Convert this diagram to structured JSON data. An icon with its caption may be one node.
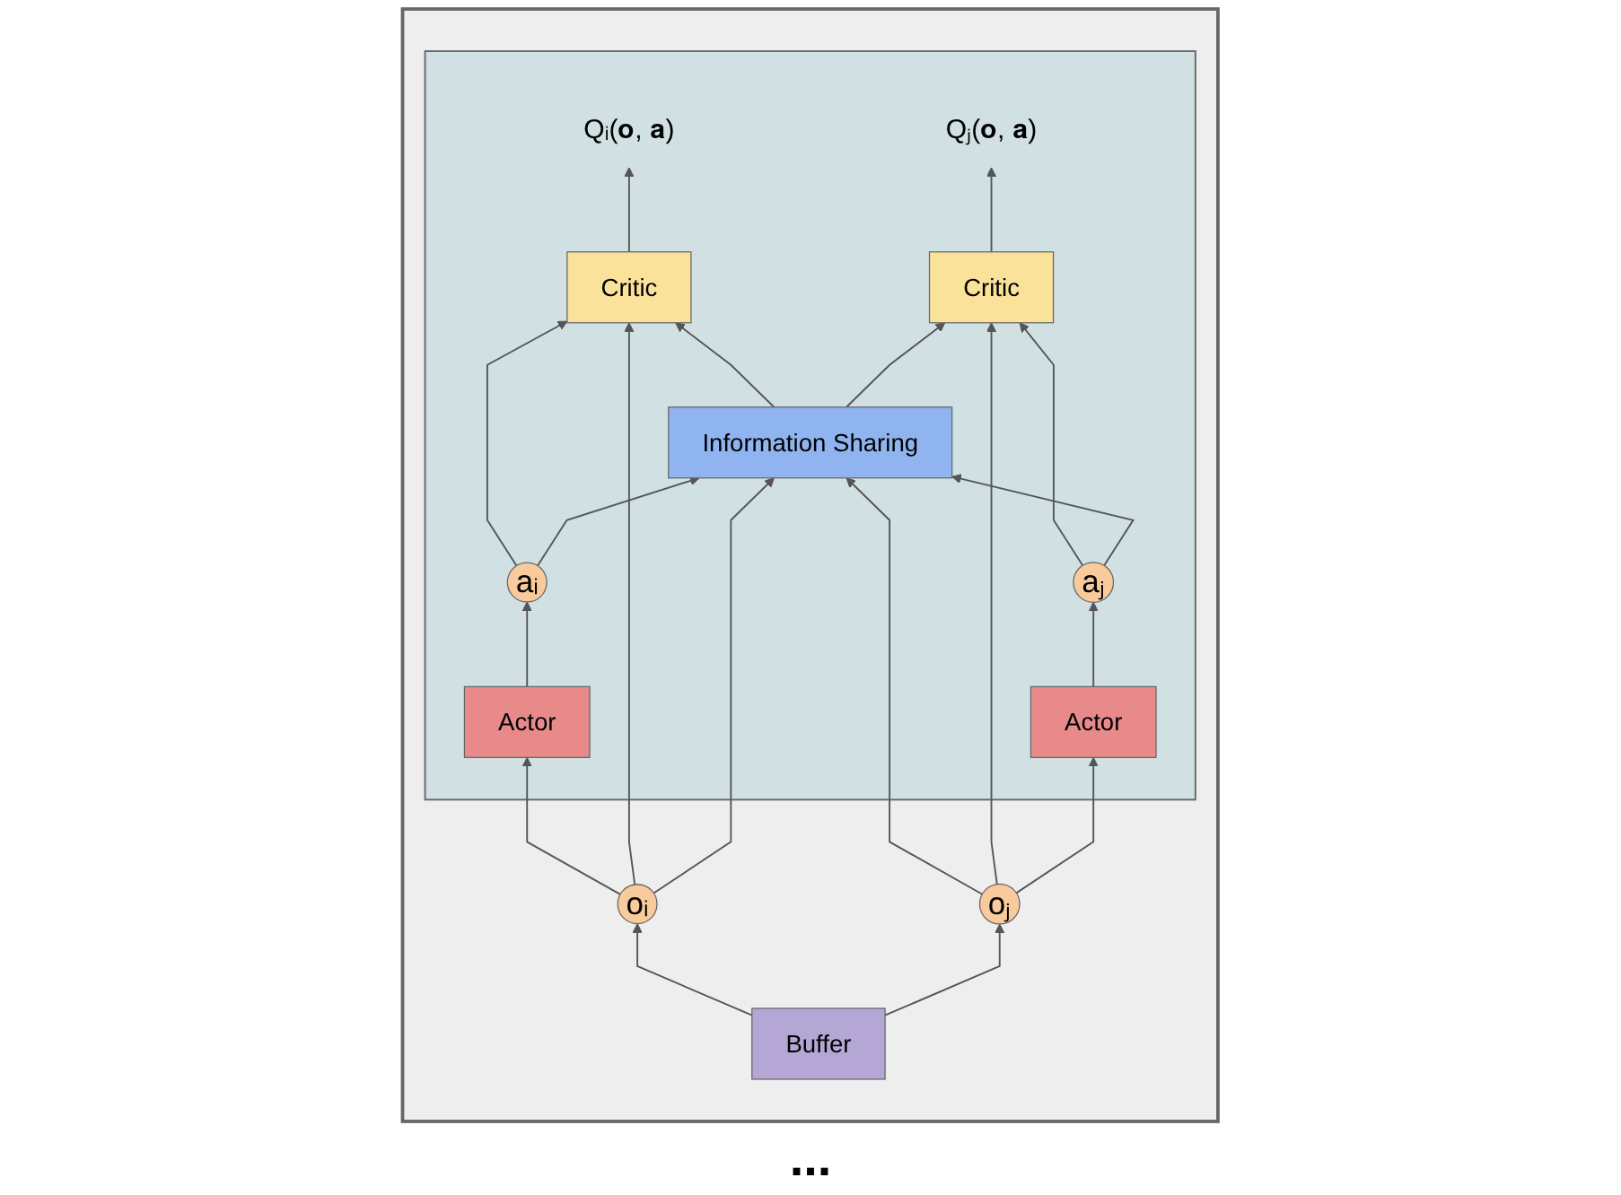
{
  "diagram": {
    "nodes": [
      {
        "text": [],
        "shape": "box"
      },
      {
        "text": [],
        "shape": "box",
        "in": 0
      },
      {
        "text": [
          "Qᵢ(𝐨, 𝐚)"
        ],
        "in": 1
      },
      {
        "text": [
          "Qⱼ(𝐨, 𝐚)"
        ],
        "in": 1
      },
      {
        "text": [
          "Critic"
        ],
        "in": 1
      },
      {
        "text": [
          "Critic"
        ],
        "in": 1
      },
      {
        "text": [
          "aᵢ"
        ],
        "in": 1
      },
      {
        "text": [
          "Information Sharing"
        ],
        "in": 1
      },
      {
        "text": [
          "aⱼ"
        ],
        "in": 1
      },
      {
        "text": [
          "Actor"
        ],
        "in": 1
      },
      {
        "text": [
          "Actor"
        ],
        "in": 1
      },
      {
        "text": [
          "oᵢ"
        ],
        "in": 0
      },
      {
        "text": [
          "Buffer"
        ],
        "in": 0
      },
      {
        "text": [
          "oⱼ"
        ],
        "in": 0
      }
    ],
    "edges": [
      {
        "from": 4,
        "to": 2,
        "arrow": "to"
      },
      {
        "from": 5,
        "to": 3,
        "arrow": "to"
      },
      {
        "from": 6,
        "to": 4,
        "arrow": "to"
      },
      {
        "from": 8,
        "to": 5,
        "arrow": "to"
      },
      {
        "from": 7,
        "to": 4,
        "arrow": "to"
      },
      {
        "from": 7,
        "to": 5,
        "arrow": "to"
      },
      {
        "from": 6,
        "to": 7,
        "arrow": "to"
      },
      {
        "from": 8,
        "to": 7,
        "arrow": "to"
      },
      {
        "from": 9,
        "to": 6,
        "arrow": "to"
      },
      {
        "from": 10,
        "to": 8,
        "arrow": "to"
      },
      {
        "from": 11,
        "to": 9,
        "arrow": "to"
      },
      {
        "from": 11,
        "to": 4,
        "arrow": "to"
      },
      {
        "from": 11,
        "to": 7,
        "arrow": "to"
      },
      {
        "from": 13,
        "to": 7,
        "arrow": "to"
      },
      {
        "from": 13,
        "to": 5,
        "arrow": "to"
      },
      {
        "from": 13,
        "to": 10,
        "arrow": "to"
      },
      {
        "from": 12,
        "to": 11,
        "arrow": "to"
      },
      {
        "from": 12,
        "to": 13,
        "arrow": "to"
      }
    ],
    "labels": [
      "..."
    ]
  }
}
